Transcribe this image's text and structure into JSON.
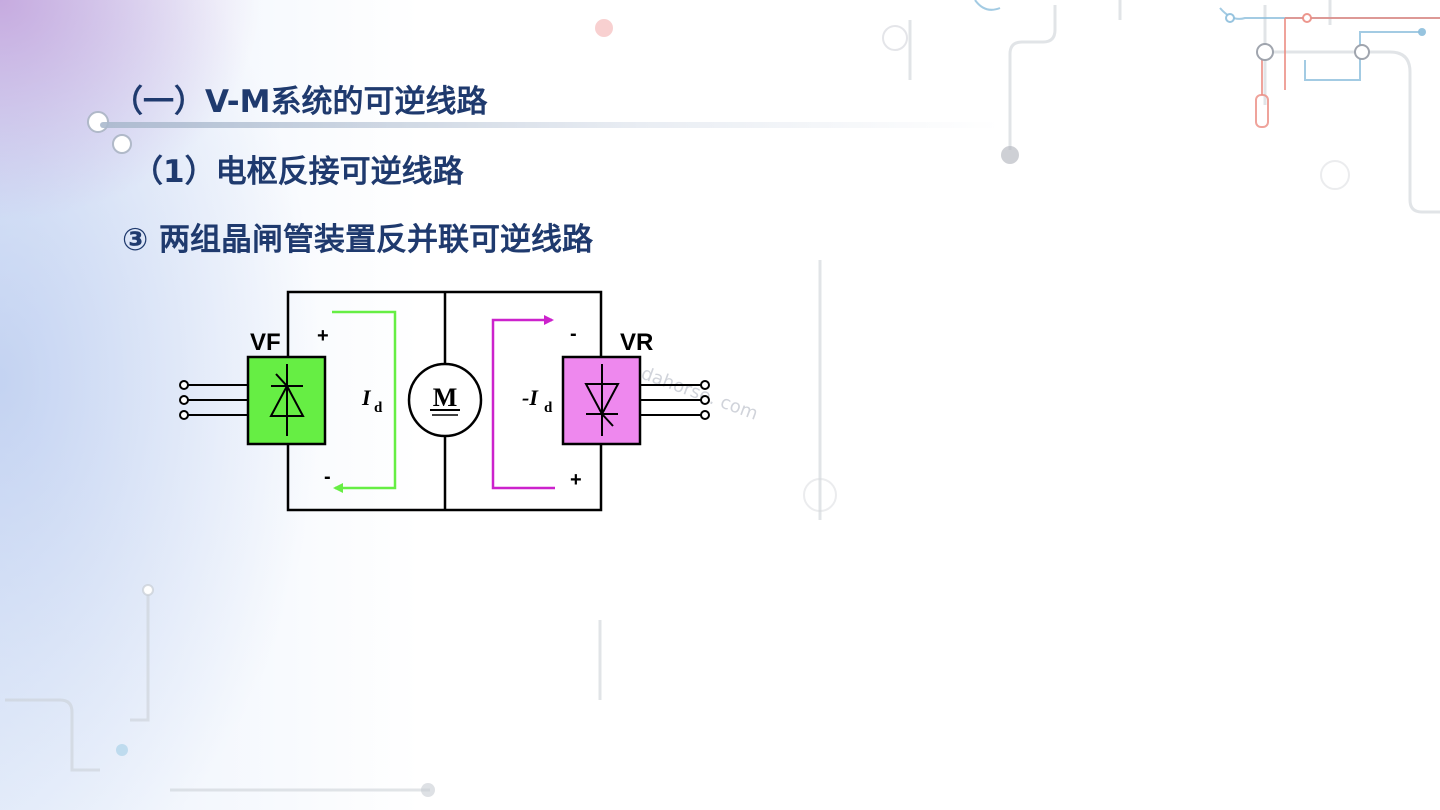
{
  "slide": {
    "heading": "（一）V-M系统的可逆线路",
    "subheading_1": "（1）电枢反接可逆线路",
    "subheading_2": "③ 两组晶闸管装置反并联可逆线路"
  },
  "diagram": {
    "forward_converter_label": "VF",
    "reverse_converter_label": "VR",
    "forward_top_polarity": "+",
    "forward_bottom_polarity": "-",
    "reverse_top_polarity": "-",
    "reverse_bottom_polarity": "+",
    "forward_current_symbol": "I",
    "forward_current_subscript": "d",
    "reverse_current_symbol": "-I",
    "reverse_current_subscript": "d",
    "motor_label": "M",
    "watermark": "dahorse. com",
    "colors": {
      "forward_converter_fill": "#66ee44",
      "reverse_converter_fill": "#ee88ee",
      "forward_current_arrow": "#66ee44",
      "reverse_current_arrow": "#cc22cc",
      "text": "#1f3a6e"
    }
  }
}
